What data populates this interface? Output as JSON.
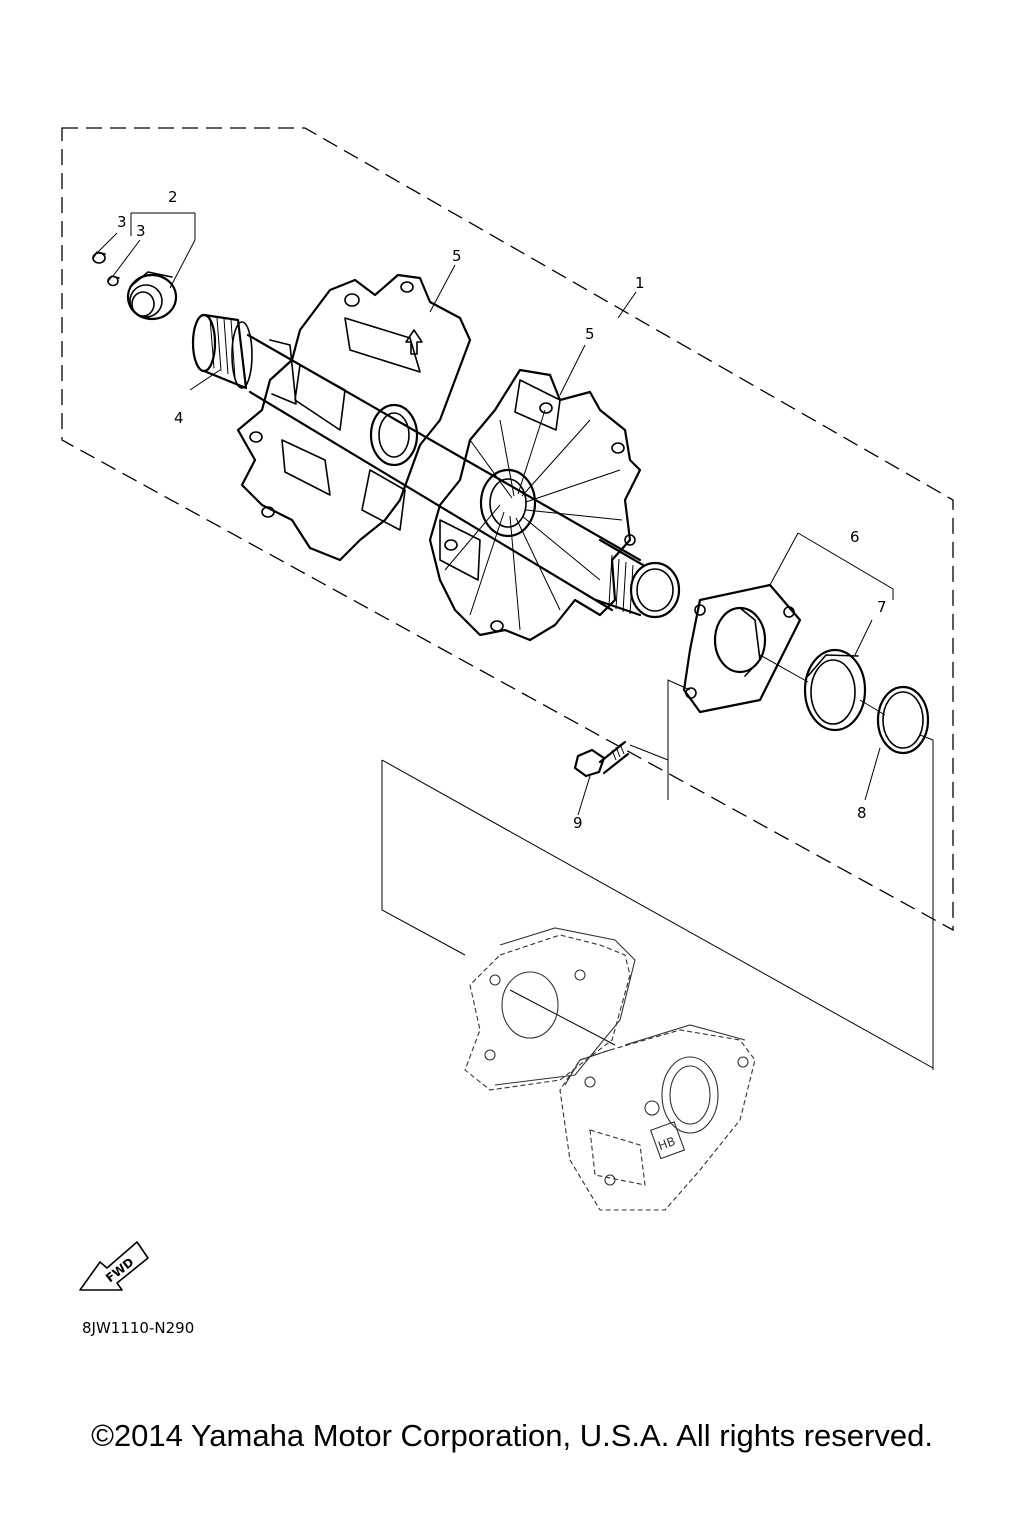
{
  "diagram": {
    "callouts": {
      "c1": "1",
      "c2": "2",
      "c3a": "3",
      "c3b": "3",
      "c4": "4",
      "c5a": "5",
      "c5b": "5",
      "c6": "6",
      "c7": "7",
      "c8": "8",
      "c9": "9"
    },
    "fwd_label": "FWD",
    "part_code": "8JW1110-N290",
    "badge_label": "HB"
  },
  "footer": {
    "copyright": "©2014 Yamaha Motor Corporation, U.S.A. All rights reserved."
  }
}
